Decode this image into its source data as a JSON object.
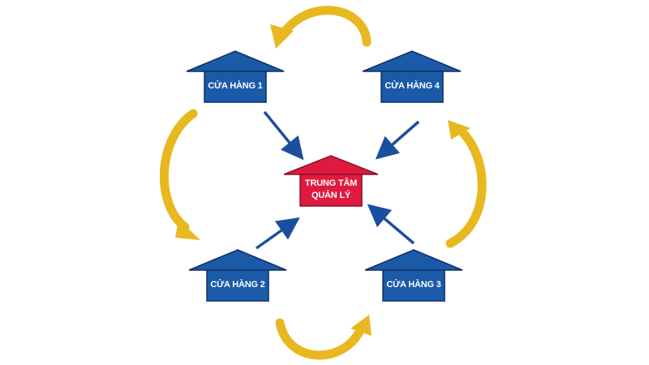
{
  "diagram": {
    "center": {
      "line1": "TRUNG TÂM",
      "line2": "QUẢN LÝ",
      "color": "#e0193f"
    },
    "stores": [
      {
        "id": "store-1",
        "label": "CỬA HÀNG 1"
      },
      {
        "id": "store-2",
        "label": "CỬA HÀNG 2"
      },
      {
        "id": "store-3",
        "label": "CỬA HÀNG 3"
      },
      {
        "id": "store-4",
        "label": "CỬA HÀNG 4"
      }
    ],
    "colors": {
      "store_fill": "#1a5aa8",
      "store_border": "#0f2f66",
      "arrow_blue": "#1a4f9e",
      "cycle_arrow": "#e7b820"
    }
  }
}
